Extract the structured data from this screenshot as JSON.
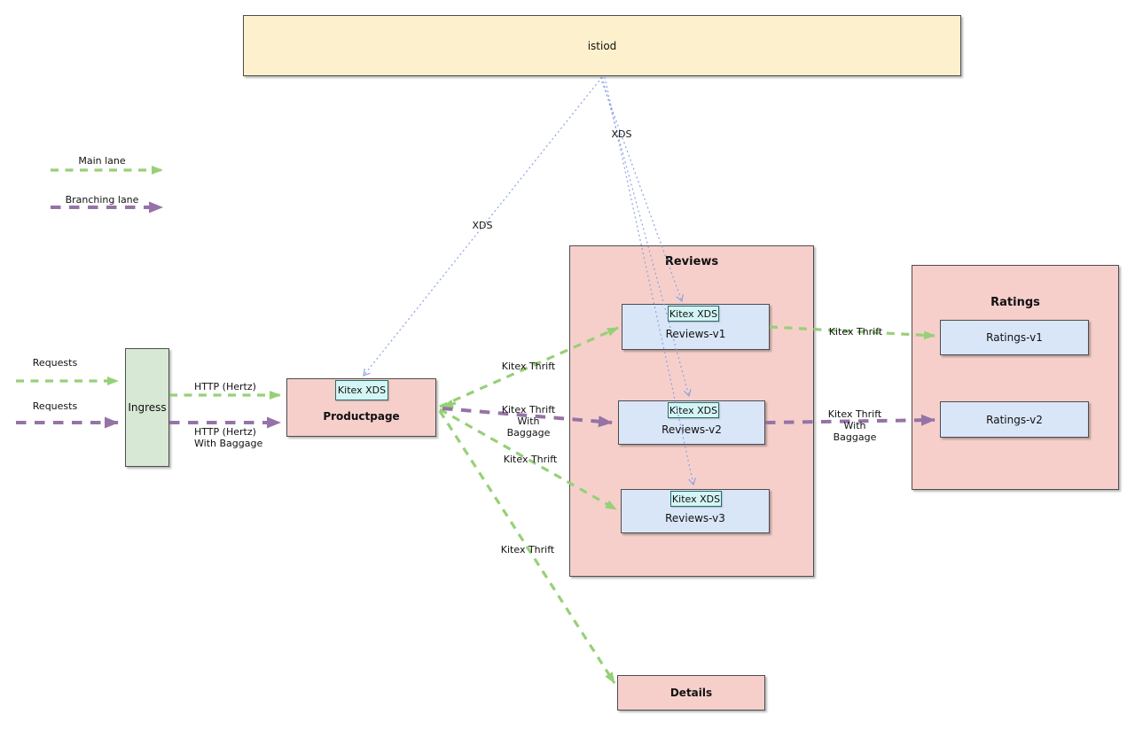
{
  "legend": {
    "main": "Main lane",
    "branching": "Branching lane"
  },
  "nodes": {
    "istiod": "istiod",
    "ingress": "Ingress",
    "productpage": "Productpage",
    "reviews": "Reviews",
    "reviews_v1": "Reviews-v1",
    "reviews_v2": "Reviews-v2",
    "reviews_v3": "Reviews-v3",
    "ratings": "Ratings",
    "ratings_v1": "Ratings-v1",
    "ratings_v2": "Ratings-v2",
    "details": "Details",
    "kitex_xds": "Kitex XDS"
  },
  "labels": {
    "requests_main": "Requests",
    "requests_branching": "Requests",
    "http_hertz": "HTTP (Hertz)",
    "http_hertz_baggage": "HTTP (Hertz)\nWith Baggage",
    "xds_productpage": "XDS",
    "xds_reviews": "XDS",
    "kitex_thrift_v1": "Kitex Thrift",
    "kitex_thrift_v2_baggage": "Kitex Thrift\nWith Baggage",
    "kitex_thrift_v3": "Kitex Thrift",
    "kitex_thrift_details": "Kitex Thrift",
    "kitex_thrift_ratings_v1": "Kitex Thrift",
    "kitex_thrift_ratings_v2_baggage": "Kitex Thrift\nWith Baggage"
  },
  "colors": {
    "yellow_fill": "#fdf1cd",
    "pink_fill": "#f6cfcb",
    "green_fill": "#d7e8d5",
    "blue_fill": "#d9e6f8",
    "cyan_fill": "#d4f5f5",
    "main_lane": "#97d077",
    "branching_lane": "#9673a6",
    "xds_line": "#8aa3e0"
  }
}
